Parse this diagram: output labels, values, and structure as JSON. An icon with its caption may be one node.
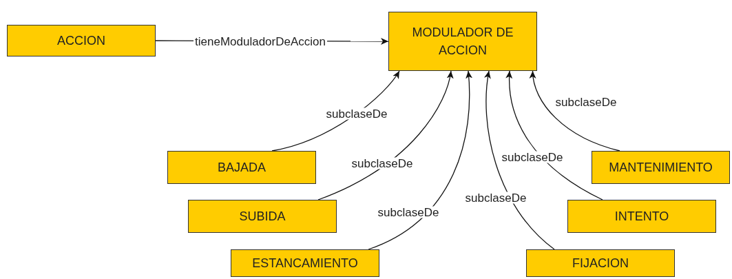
{
  "diagram": {
    "nodes": [
      {
        "text": [
          "ACCION"
        ]
      },
      {
        "text": [
          "MODULADOR DE ACCION"
        ]
      },
      {
        "text": [
          "BAJADA"
        ]
      },
      {
        "text": [
          "SUBIDA"
        ]
      },
      {
        "text": [
          "ESTANCAMIENTO"
        ]
      },
      {
        "text": [
          "FIJACION"
        ]
      },
      {
        "text": [
          "INTENTO"
        ]
      },
      {
        "text": [
          "MANTENIMIENTO"
        ]
      }
    ],
    "edges": [
      {
        "from": 0,
        "to": 1,
        "arrow": "to",
        "label": "tieneModuladorDeAccion"
      },
      {
        "from": 2,
        "to": 1,
        "arrow": "to",
        "label": "subclaseDe"
      },
      {
        "from": 3,
        "to": 1,
        "arrow": "to",
        "label": "subclaseDe"
      },
      {
        "from": 4,
        "to": 1,
        "arrow": "to",
        "label": "subclaseDe"
      },
      {
        "from": 5,
        "to": 1,
        "arrow": "to",
        "label": "subclaseDe"
      },
      {
        "from": 6,
        "to": 1,
        "arrow": "to",
        "label": "subclaseDe"
      },
      {
        "from": 7,
        "to": 1,
        "arrow": "to",
        "label": "subclaseDe"
      }
    ]
  }
}
